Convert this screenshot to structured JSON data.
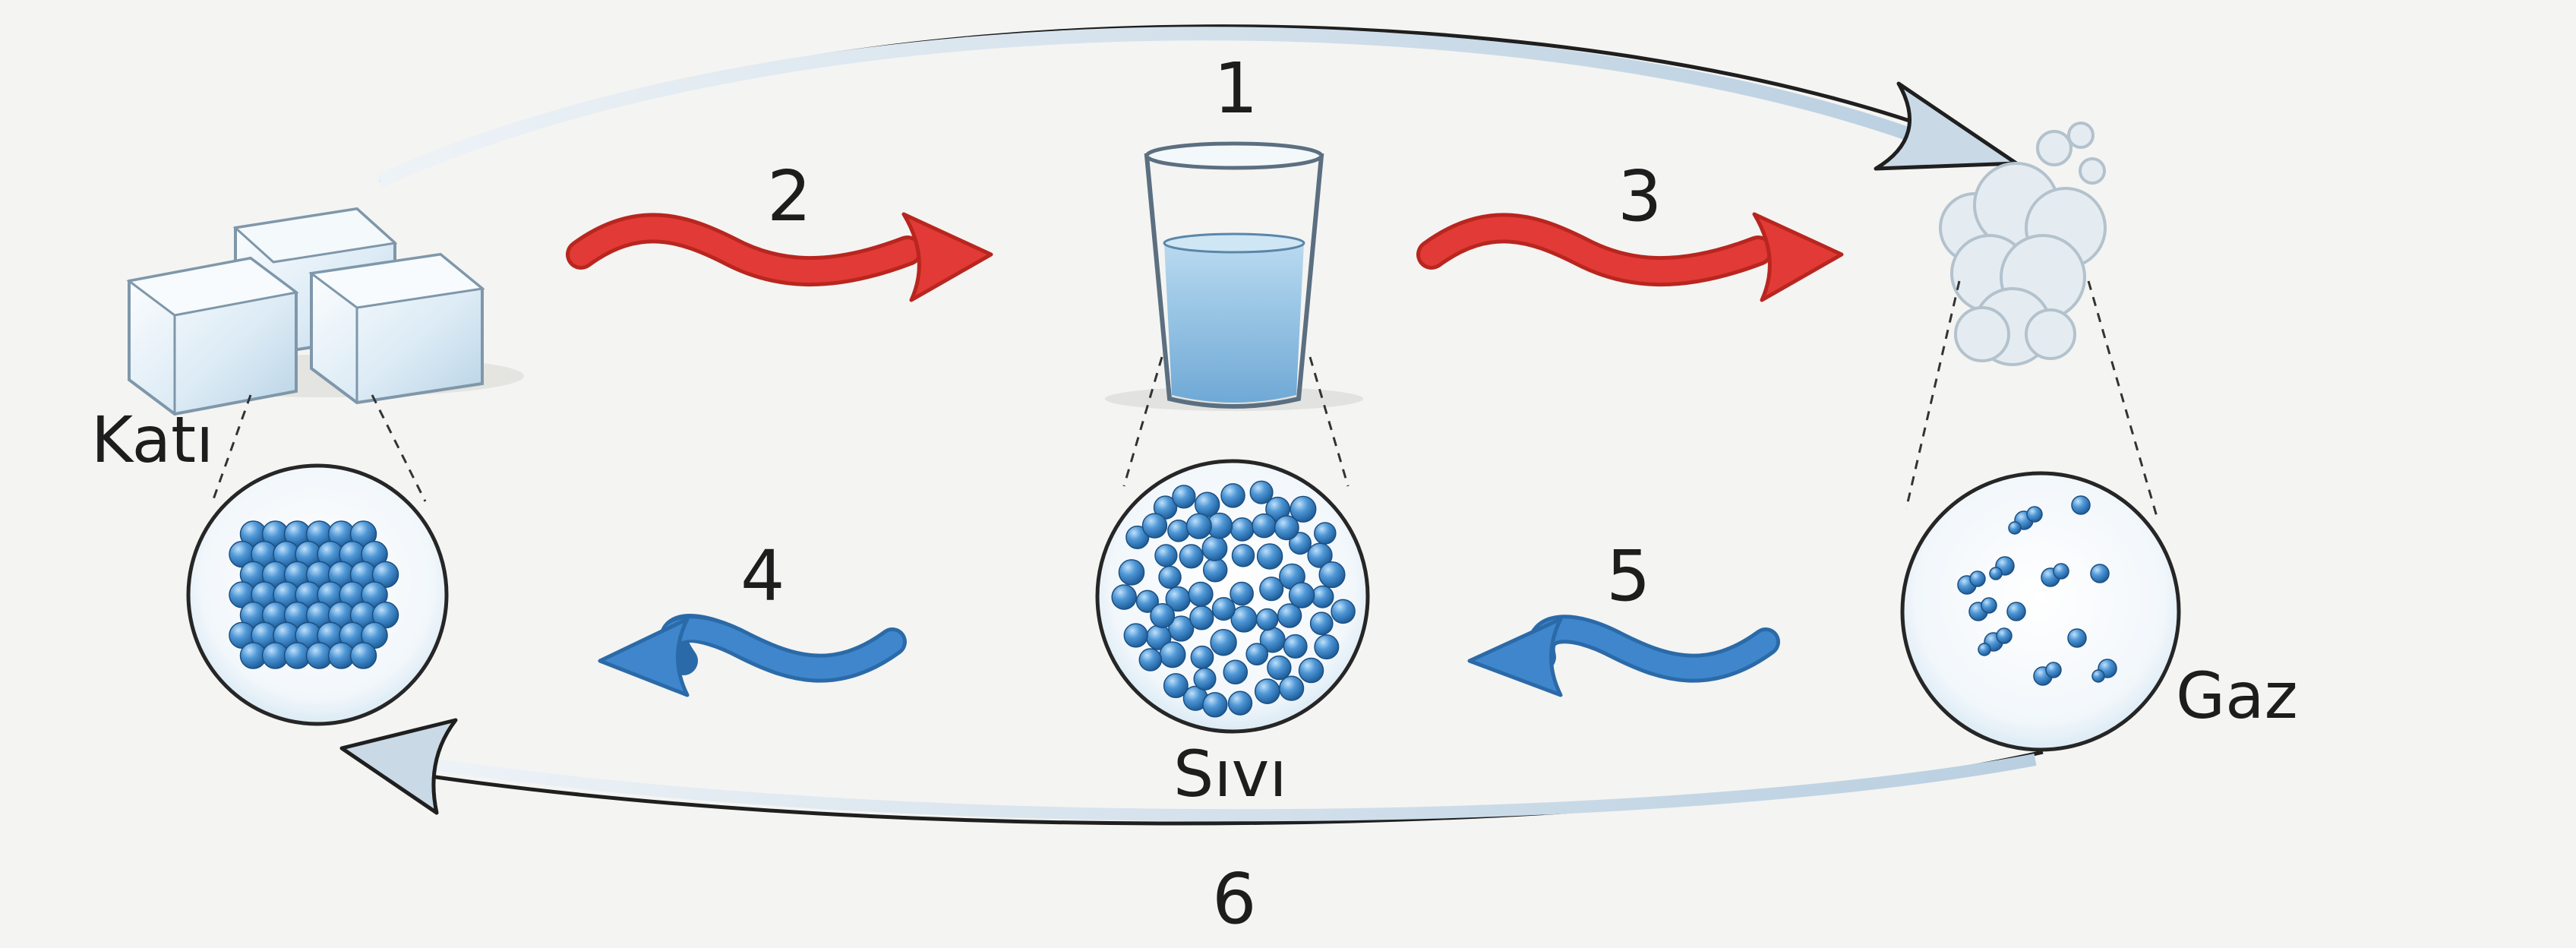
{
  "states": {
    "solid": "Katı",
    "liquid": "Sıvı",
    "gas": "Gaz"
  },
  "transitions": {
    "t1": "1",
    "t2": "2",
    "t3": "3",
    "t4": "4",
    "t5": "5",
    "t6": "6"
  },
  "colors": {
    "heating_arrow": "#e23a36",
    "cooling_arrow": "#3f86cc",
    "long_arrow": "#c7d6e2",
    "particle": "#3c85c9",
    "water": "#9cc7e4",
    "ice": "#dbe9f3",
    "vapor": "#e4ecf1"
  },
  "icons": {
    "solid": "ice-cubes-icon",
    "liquid": "glass-of-water-icon",
    "gas": "vapor-cloud-icon"
  }
}
